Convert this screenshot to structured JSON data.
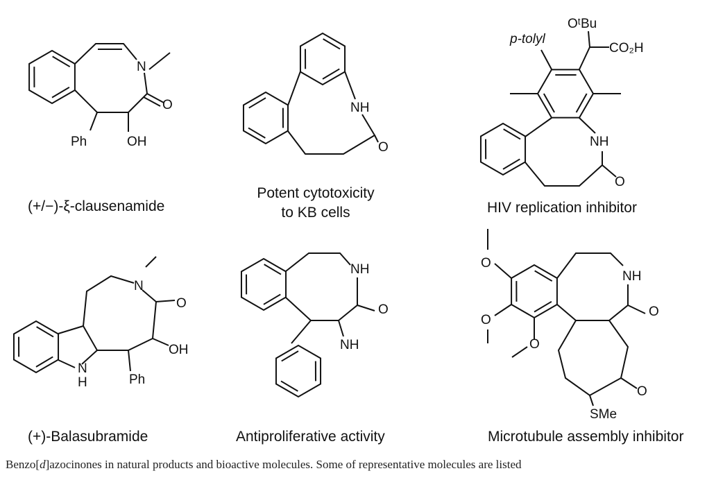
{
  "molecules": [
    {
      "name": "(+/−)-ξ-clausenamide",
      "atoms": {
        "n": "N",
        "o": "O",
        "ph": "Ph",
        "oh": "OH"
      }
    },
    {
      "name_line1": "Potent cytotoxicity",
      "name_line2": "to KB cells",
      "atoms": {
        "nh": "NH",
        "o": "O"
      }
    },
    {
      "name": "HIV replication inhibitor",
      "atoms": {
        "ptolyl": "p-tolyl",
        "otbu": "OᵗBu",
        "co2h": "CO₂H",
        "nh": "NH",
        "o": "O"
      }
    },
    {
      "name": "(+)-Balasubramide",
      "atoms": {
        "n": "N",
        "o": "O",
        "oh": "OH",
        "indole_n": "N",
        "indole_h": "H",
        "ph": "Ph"
      }
    },
    {
      "name": "Antiproliferative activity",
      "atoms": {
        "nh": "NH",
        "o": "O",
        "indole_nh": "NH"
      }
    },
    {
      "name": "Microtubule assembly inhibitor",
      "atoms": {
        "o1": "O",
        "o2": "O",
        "o3": "O",
        "nh": "NH",
        "o4": "O",
        "o5": "O",
        "sme": "SMe"
      }
    }
  ],
  "caption": {
    "before": "Benzo[",
    "italic": "d",
    "after": "]azocinones in natural products and bioactive molecules. Some of representative molecules are listed"
  }
}
